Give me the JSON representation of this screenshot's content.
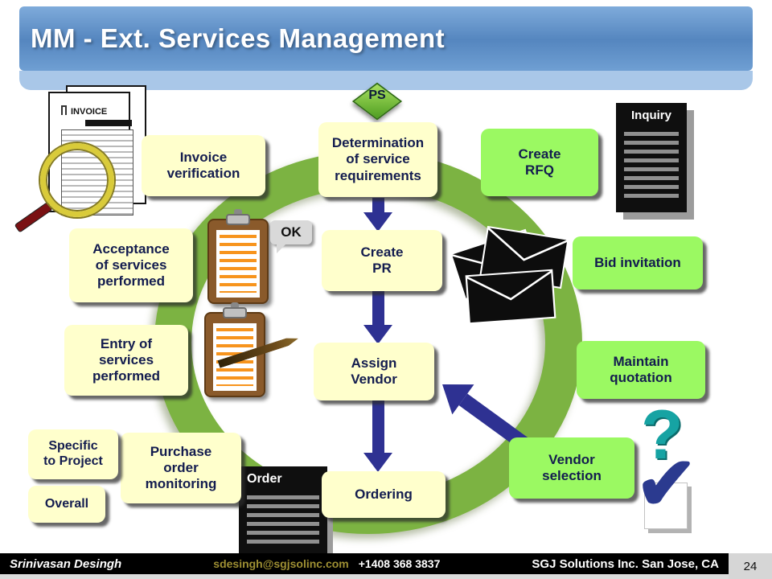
{
  "slide": {
    "title": "MM - Ext. Services Management",
    "page_number": "24"
  },
  "footer": {
    "author": "Srinivasan Desingh",
    "email": "sdesingh@sgjsolinc.com",
    "phone": "+1408 368 3837",
    "company": "SGJ Solutions Inc. San Jose, CA"
  },
  "process": {
    "ps_badge": "PS",
    "ok_badge": "OK",
    "steps": {
      "invoice_verification": "Invoice\nverification",
      "determination": "Determination\nof service\nrequirements",
      "create_rfq": "Create\nRFQ",
      "bid_invitation": "Bid invitation",
      "maintain_quotation": "Maintain\nquotation",
      "vendor_selection": "Vendor\nselection",
      "ordering": "Ordering",
      "purchase_order_monitoring": "Purchase\norder\nmonitoring",
      "entry_of_services": "Entry of\nservices\nperformed",
      "acceptance_of_services": "Acceptance\nof services\nperformed",
      "create_pr": "Create\nPR",
      "assign_vendor": "Assign\nVendor"
    },
    "tags": {
      "specific_to_project": "Specific\nto Project",
      "overall": "Overall"
    },
    "documents": {
      "invoice": "INVOICE",
      "inquiry": "Inquiry",
      "order": "Order"
    },
    "symbols": {
      "question_mark": "?",
      "checkmark": "✔"
    }
  },
  "colors": {
    "header_blue": "#5586bf",
    "subbar_blue": "#a9c7e8",
    "ring_green": "#7cb342",
    "step_yellow": "#ffffcc",
    "step_green": "#9bf962",
    "arrow_navy": "#2e3192",
    "accent_teal": "#16a3a3",
    "clipboard_brown": "#8a5a2b",
    "line_orange": "#f7941d"
  }
}
